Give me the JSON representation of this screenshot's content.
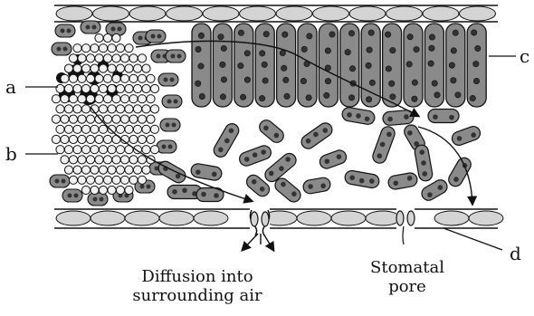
{
  "labels": {
    "a": "a",
    "b": "b",
    "c": "c",
    "d": "d"
  },
  "captions": {
    "diffusion_line1": "Diffusion into",
    "diffusion_line2": "surrounding air",
    "stomatal_line1": "Stomatal",
    "stomatal_line2": "pore"
  },
  "colors": {
    "cell_fill": "#8a8a8a",
    "epidermis_fill": "#d4d4d4",
    "xylem_fill": "#f0f0f0",
    "phloem_fill": "#111111",
    "stroke": "#111111"
  }
}
